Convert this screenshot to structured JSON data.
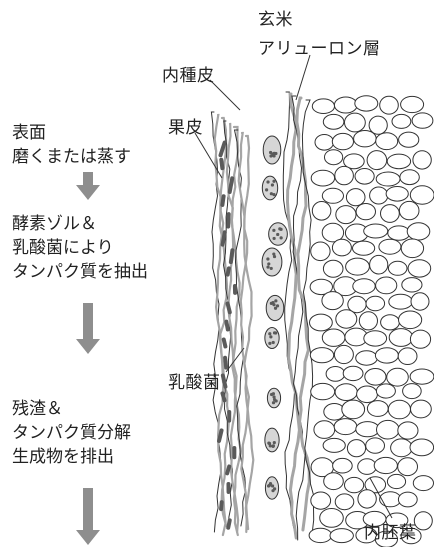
{
  "labels": {
    "brown_rice": "玄米",
    "aleurone_layer": "アリューロン層",
    "inner_seed_coat": "内種皮",
    "pericarp": "果皮",
    "lactic_acid_bacteria": "乳酸菌",
    "endosperm": "内胚葉"
  },
  "steps": [
    {
      "lines": [
        "表面",
        "磨くまたは蒸す"
      ]
    },
    {
      "lines": [
        "酵素ゾル＆",
        "乳酸菌により",
        "タンパク質を抽出"
      ]
    },
    {
      "lines": [
        "残渣＆",
        "タンパク質分解",
        "生成物を排出"
      ]
    }
  ],
  "colors": {
    "arrow": "#8e8e8e",
    "ink": "#333333",
    "layer_gray": "#a5a5a5",
    "cell_dark": "#5a5a5a"
  }
}
